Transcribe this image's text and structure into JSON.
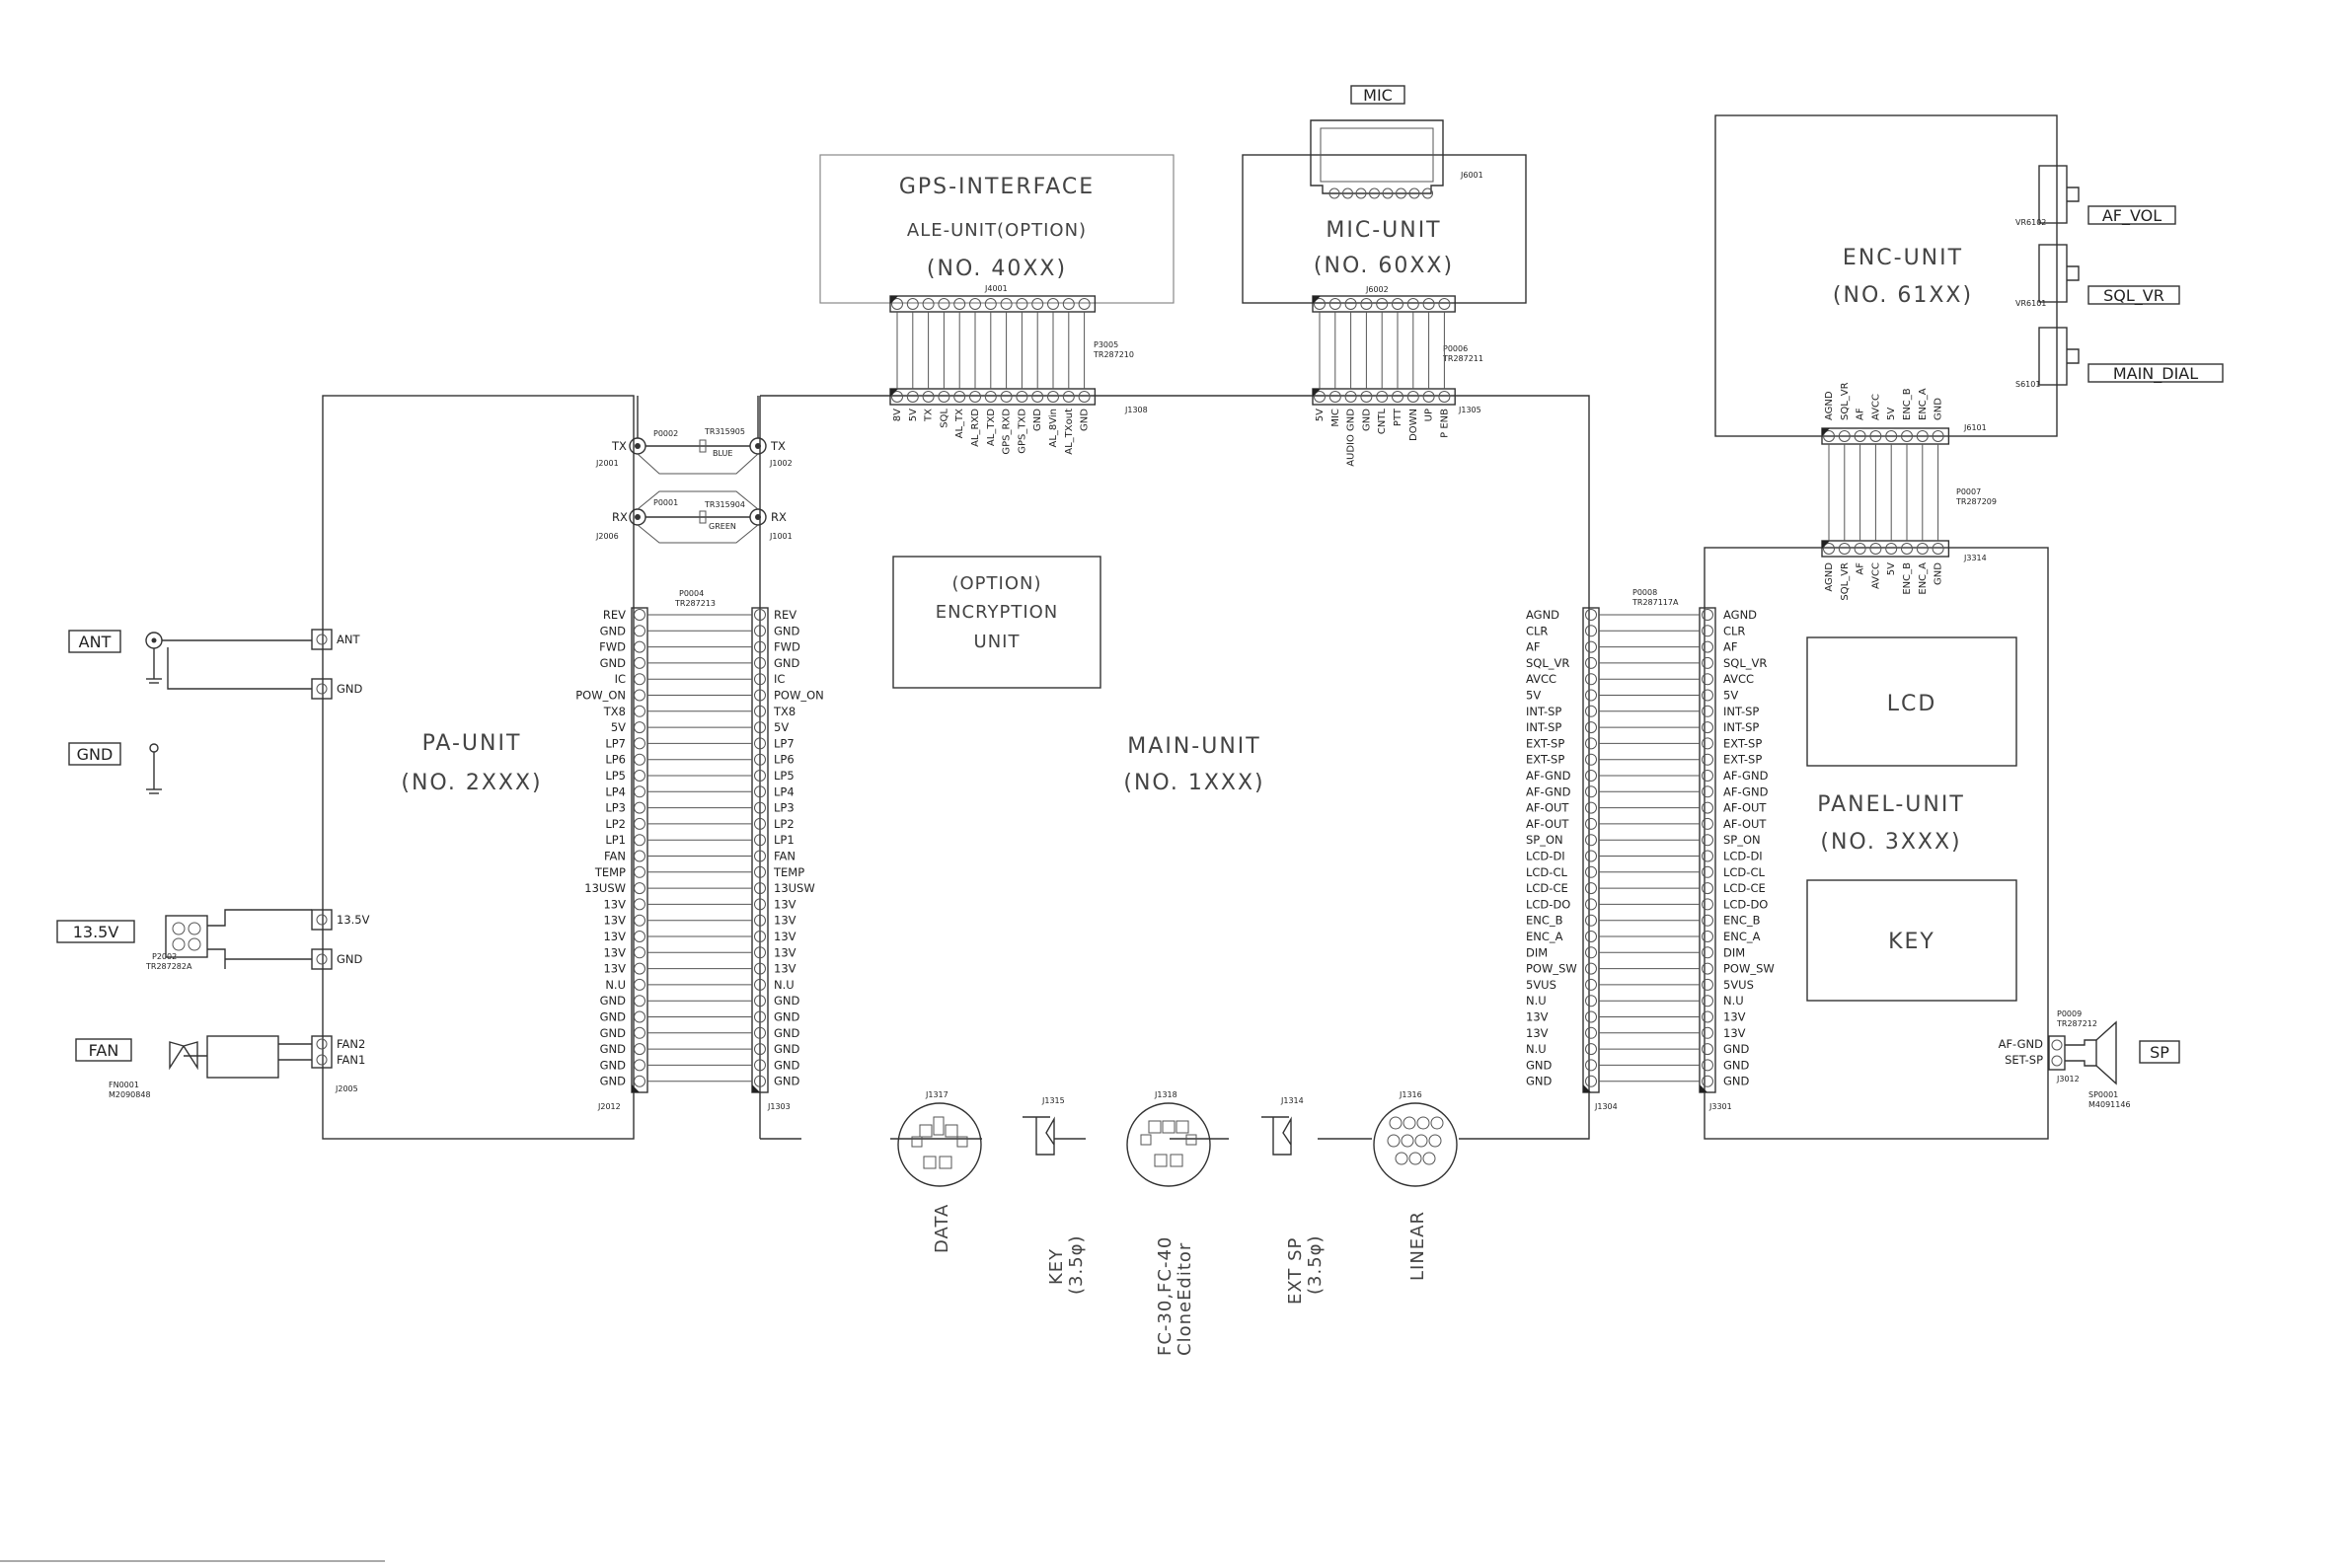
{
  "units": {
    "gps": {
      "line1": "GPS-INTERFACE",
      "line2": "ALE-UNIT(OPTION)",
      "line3": "(NO. 40XX)"
    },
    "mic": {
      "line1": "MIC-UNIT",
      "line2": "(NO. 60XX)"
    },
    "enc": {
      "line1": "ENC-UNIT",
      "line2": "(NO. 61XX)"
    },
    "pa": {
      "line1": "PA-UNIT",
      "line2": "(NO. 2XXX)"
    },
    "main": {
      "line1": "MAIN-UNIT",
      "line2": "(NO. 1XXX)"
    },
    "panel": {
      "line1": "PANEL-UNIT",
      "line2": "(NO. 3XXX)"
    },
    "option_enc": {
      "line1": "(OPTION)",
      "line2": "ENCRYPTION",
      "line3": "UNIT"
    },
    "lcd": "LCD",
    "key": "KEY"
  },
  "boxed_labels": {
    "mic": "MIC",
    "ant": "ANT",
    "gnd": "GND",
    "v13": "13.5V",
    "fan": "FAN",
    "sp": "SP",
    "af_vol": "AF_VOL",
    "sql_vr": "SQL_VR",
    "main_dial": "MAIN_DIAL"
  },
  "refs": {
    "j4001": "J4001",
    "p3005": "P3005",
    "tr3005": "TR287210",
    "j1308": "J1308",
    "j6001": "J6001",
    "j6002": "J6002",
    "p0006": "P0006",
    "tr0006": "TR287211",
    "j1305": "J1305",
    "vr6102": "VR6102",
    "vr6101": "VR6101",
    "s6101": "S6101",
    "j6101": "J6101",
    "p0007": "P0007",
    "tr0007": "TR287209",
    "j3314": "J3314",
    "p0002": "P0002",
    "tr0002": "TR315905",
    "blue": "BLUE",
    "p0001": "P0001",
    "tr0001": "TR315904",
    "green": "GREEN",
    "j2001": "J2001",
    "j2006": "J2006",
    "j1002": "J1002",
    "j1001": "J1001",
    "p0004": "P0004",
    "tr0004": "TR287213",
    "j2012": "J2012",
    "j1303": "J1303",
    "p0008": "P0008",
    "tr0008": "TR287117A",
    "j1304": "J1304",
    "j3301": "J3301",
    "p2002": "P2002",
    "tr2002": "TR287282A",
    "fn0001": "FN0001",
    "fn_part": "M2090848",
    "j2005": "J2005",
    "p0009": "P0009",
    "tr0009": "TR287212",
    "j3012": "J3012",
    "sp0001": "SP0001",
    "sp_part": "M4091146",
    "j1317": "J1317",
    "j1315": "J1315",
    "j1318": "J1318",
    "j1314": "J1314",
    "j1316": "J1316"
  },
  "rf": {
    "tx": "TX",
    "rx": "RX"
  },
  "pa_side": {
    "ant": "ANT",
    "gnd": "GND",
    "v135": "13.5V",
    "gnd2": "GND",
    "fan2": "FAN2",
    "fan1": "FAN1"
  },
  "pa_main_pins": [
    "REV",
    "GND",
    "FWD",
    "GND",
    "IC",
    "POW_ON",
    "TX8",
    "5V",
    "LP7",
    "LP6",
    "LP5",
    "LP4",
    "LP3",
    "LP2",
    "LP1",
    "FAN",
    "TEMP",
    "13USW",
    "13V",
    "13V",
    "13V",
    "13V",
    "13V",
    "N.U",
    "GND",
    "GND",
    "GND",
    "GND",
    "GND",
    "GND"
  ],
  "main_panel_left": [
    "AGND",
    "CLR",
    "AF",
    "SQL_VR",
    "AVCC",
    "5V",
    "INT-SP",
    "INT-SP",
    "EXT-SP",
    "EXT-SP",
    "AF-GND",
    "AF-GND",
    "AF-OUT",
    "AF-OUT",
    "SP_ON",
    "LCD-DI",
    "LCD-CL",
    "LCD-CE",
    "LCD-DO",
    "ENC_B",
    "ENC_A",
    "DIM",
    "POW_SW",
    "5VUS",
    "N.U",
    "13V",
    "13V",
    "N.U",
    "GND",
    "GND"
  ],
  "main_panel_right": [
    "AGND",
    "CLR",
    "AF",
    "SQL_VR",
    "AVCC",
    "5V",
    "INT-SP",
    "INT-SP",
    "EXT-SP",
    "EXT-SP",
    "AF-GND",
    "AF-GND",
    "AF-OUT",
    "AF-OUT",
    "SP_ON",
    "LCD-DI",
    "LCD-CL",
    "LCD-CE",
    "LCD-DO",
    "ENC_B",
    "ENC_A",
    "DIM",
    "POW_SW",
    "5VUS",
    "N.U",
    "13V",
    "13V",
    "GND",
    "GND",
    "GND"
  ],
  "gps_pins": [
    "8V",
    "5V",
    "TX",
    "SQL",
    "AL_TX",
    "AL_RXD",
    "AL_TXD",
    "GPS_RXD",
    "GPS_TXD",
    "GND",
    "AL_8Vin",
    "AL_TXout",
    "GND"
  ],
  "mic_pins": [
    "5V",
    "MIC",
    "AUDIO GND",
    "GND",
    "CNTL",
    "PTT",
    "DOWN",
    "UP",
    "P ENB"
  ],
  "enc_pins": [
    "AGND",
    "SQL_VR",
    "AF",
    "AVCC",
    "5V",
    "ENC_B",
    "ENC_A",
    "GND"
  ],
  "sp_pins": [
    "AF-GND",
    "SET-SP"
  ],
  "bottom_connectors": {
    "data": "DATA",
    "key1": "KEY",
    "key2": "(3.5φ)",
    "fc1": "FC-30,FC-40",
    "fc2": "CloneEditor",
    "ext1": "EXT SP",
    "ext2": "(3.5φ)",
    "linear": "LINEAR"
  },
  "colors": {
    "line": "#333333",
    "grey": "#888888",
    "text": "#222222"
  }
}
